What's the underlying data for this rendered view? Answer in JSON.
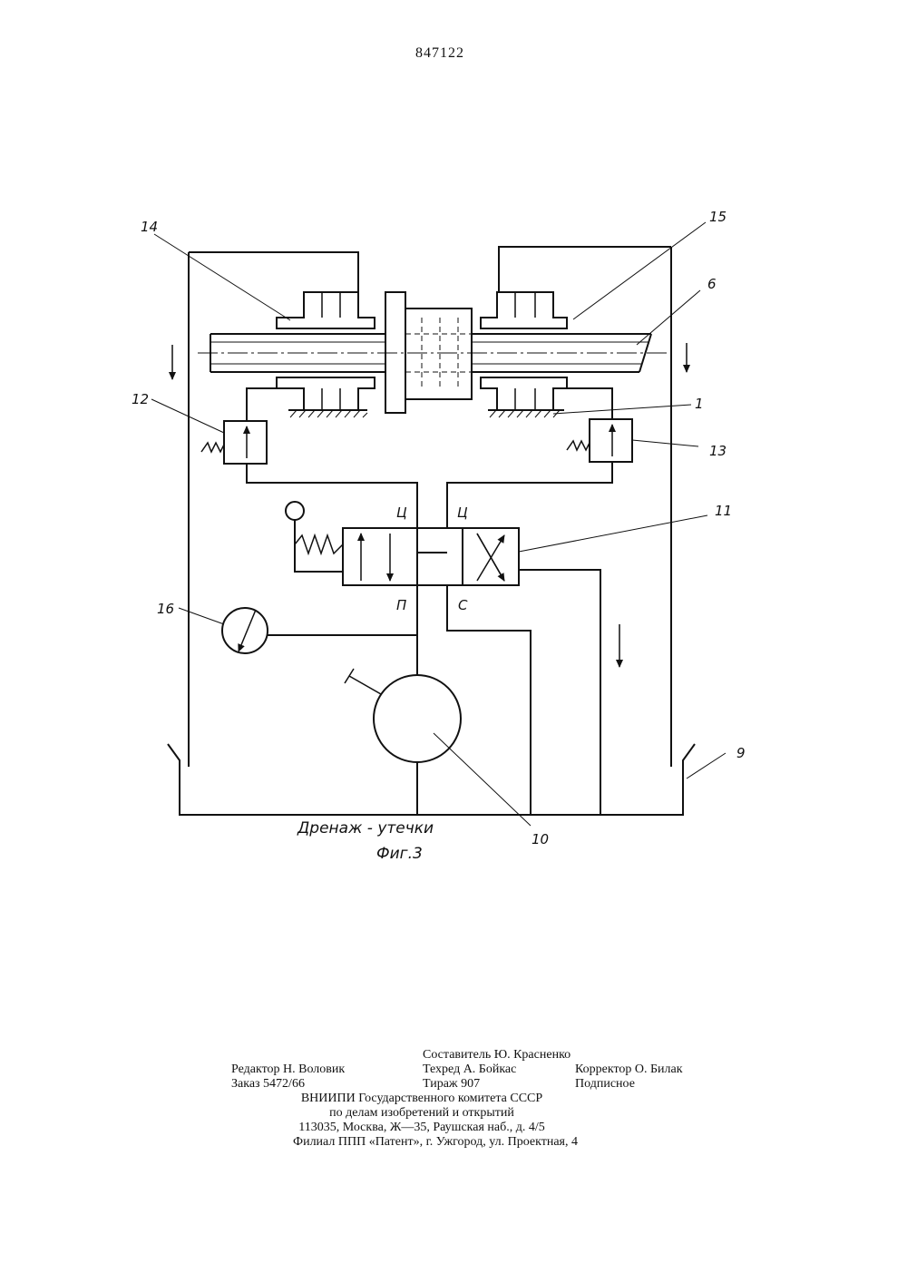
{
  "patent_number": "847122",
  "figure": {
    "labels": {
      "l14": "14",
      "l15": "15",
      "l6": "6",
      "l12": "12",
      "l1": "1",
      "l13": "13",
      "l11": "11",
      "l16": "16",
      "l9": "9",
      "l10": "10"
    },
    "valve_ports": {
      "c_left": "Ц",
      "c_right": "Ц",
      "p": "П",
      "s": "С"
    },
    "caption_drain": "Дренаж - утечки",
    "caption_fig": "Фиг.3"
  },
  "imprint": {
    "composer": "Составитель Ю. Красненко",
    "editor": "Редактор Н. Воловик",
    "techred": "Техред А. Бойкас",
    "corrector": "Корректор О. Билак",
    "order": "Заказ 5472/66",
    "circulation": "Тираж 907",
    "subscription": "Подписное",
    "org_line1": "ВНИИПИ Государственного комитета СССР",
    "org_line2": "по делам изобретений и открытий",
    "org_line3": "113035, Москва, Ж—35, Раушская наб., д. 4/5",
    "org_line4": "Филиал ППП «Патент», г. Ужгород, ул. Проектная, 4"
  }
}
